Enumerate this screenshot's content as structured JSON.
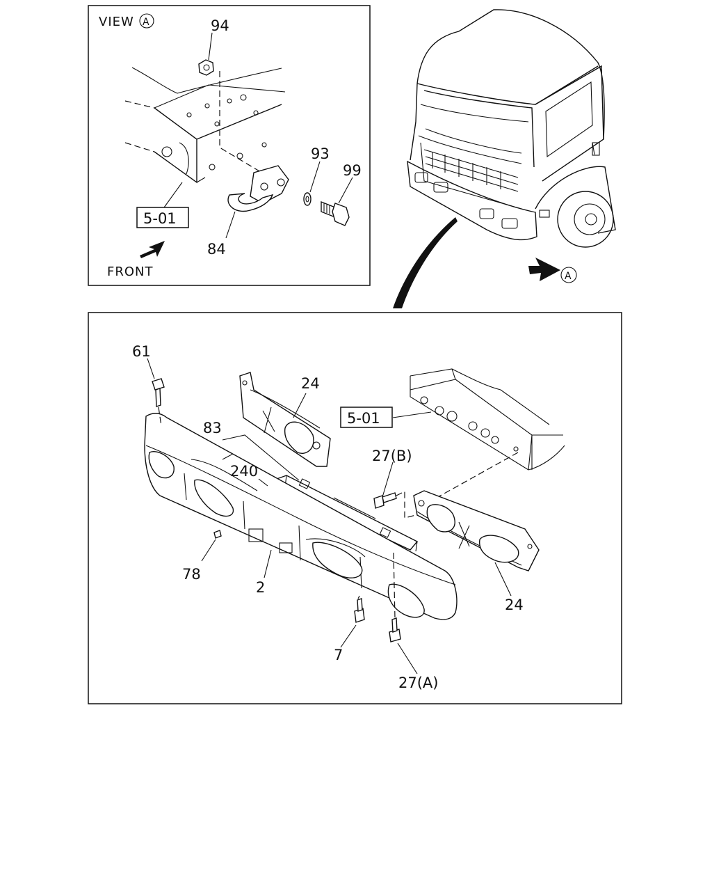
{
  "inset": {
    "view_label": "VIEW",
    "view_marker": "A",
    "front_label": "FRONT",
    "ref_box": "5-01",
    "callouts": {
      "p94": "94",
      "p93": "93",
      "p99": "99",
      "p84": "84"
    }
  },
  "truck": {
    "view_marker": "A"
  },
  "main": {
    "ref_box": "5-01",
    "callouts": {
      "p61": "61",
      "p24_top": "24",
      "p83": "83",
      "p240": "240",
      "p27b": "27(B)",
      "p78": "78",
      "p2": "2",
      "p7": "7",
      "p27a": "27(A)",
      "p24_right": "24"
    }
  }
}
